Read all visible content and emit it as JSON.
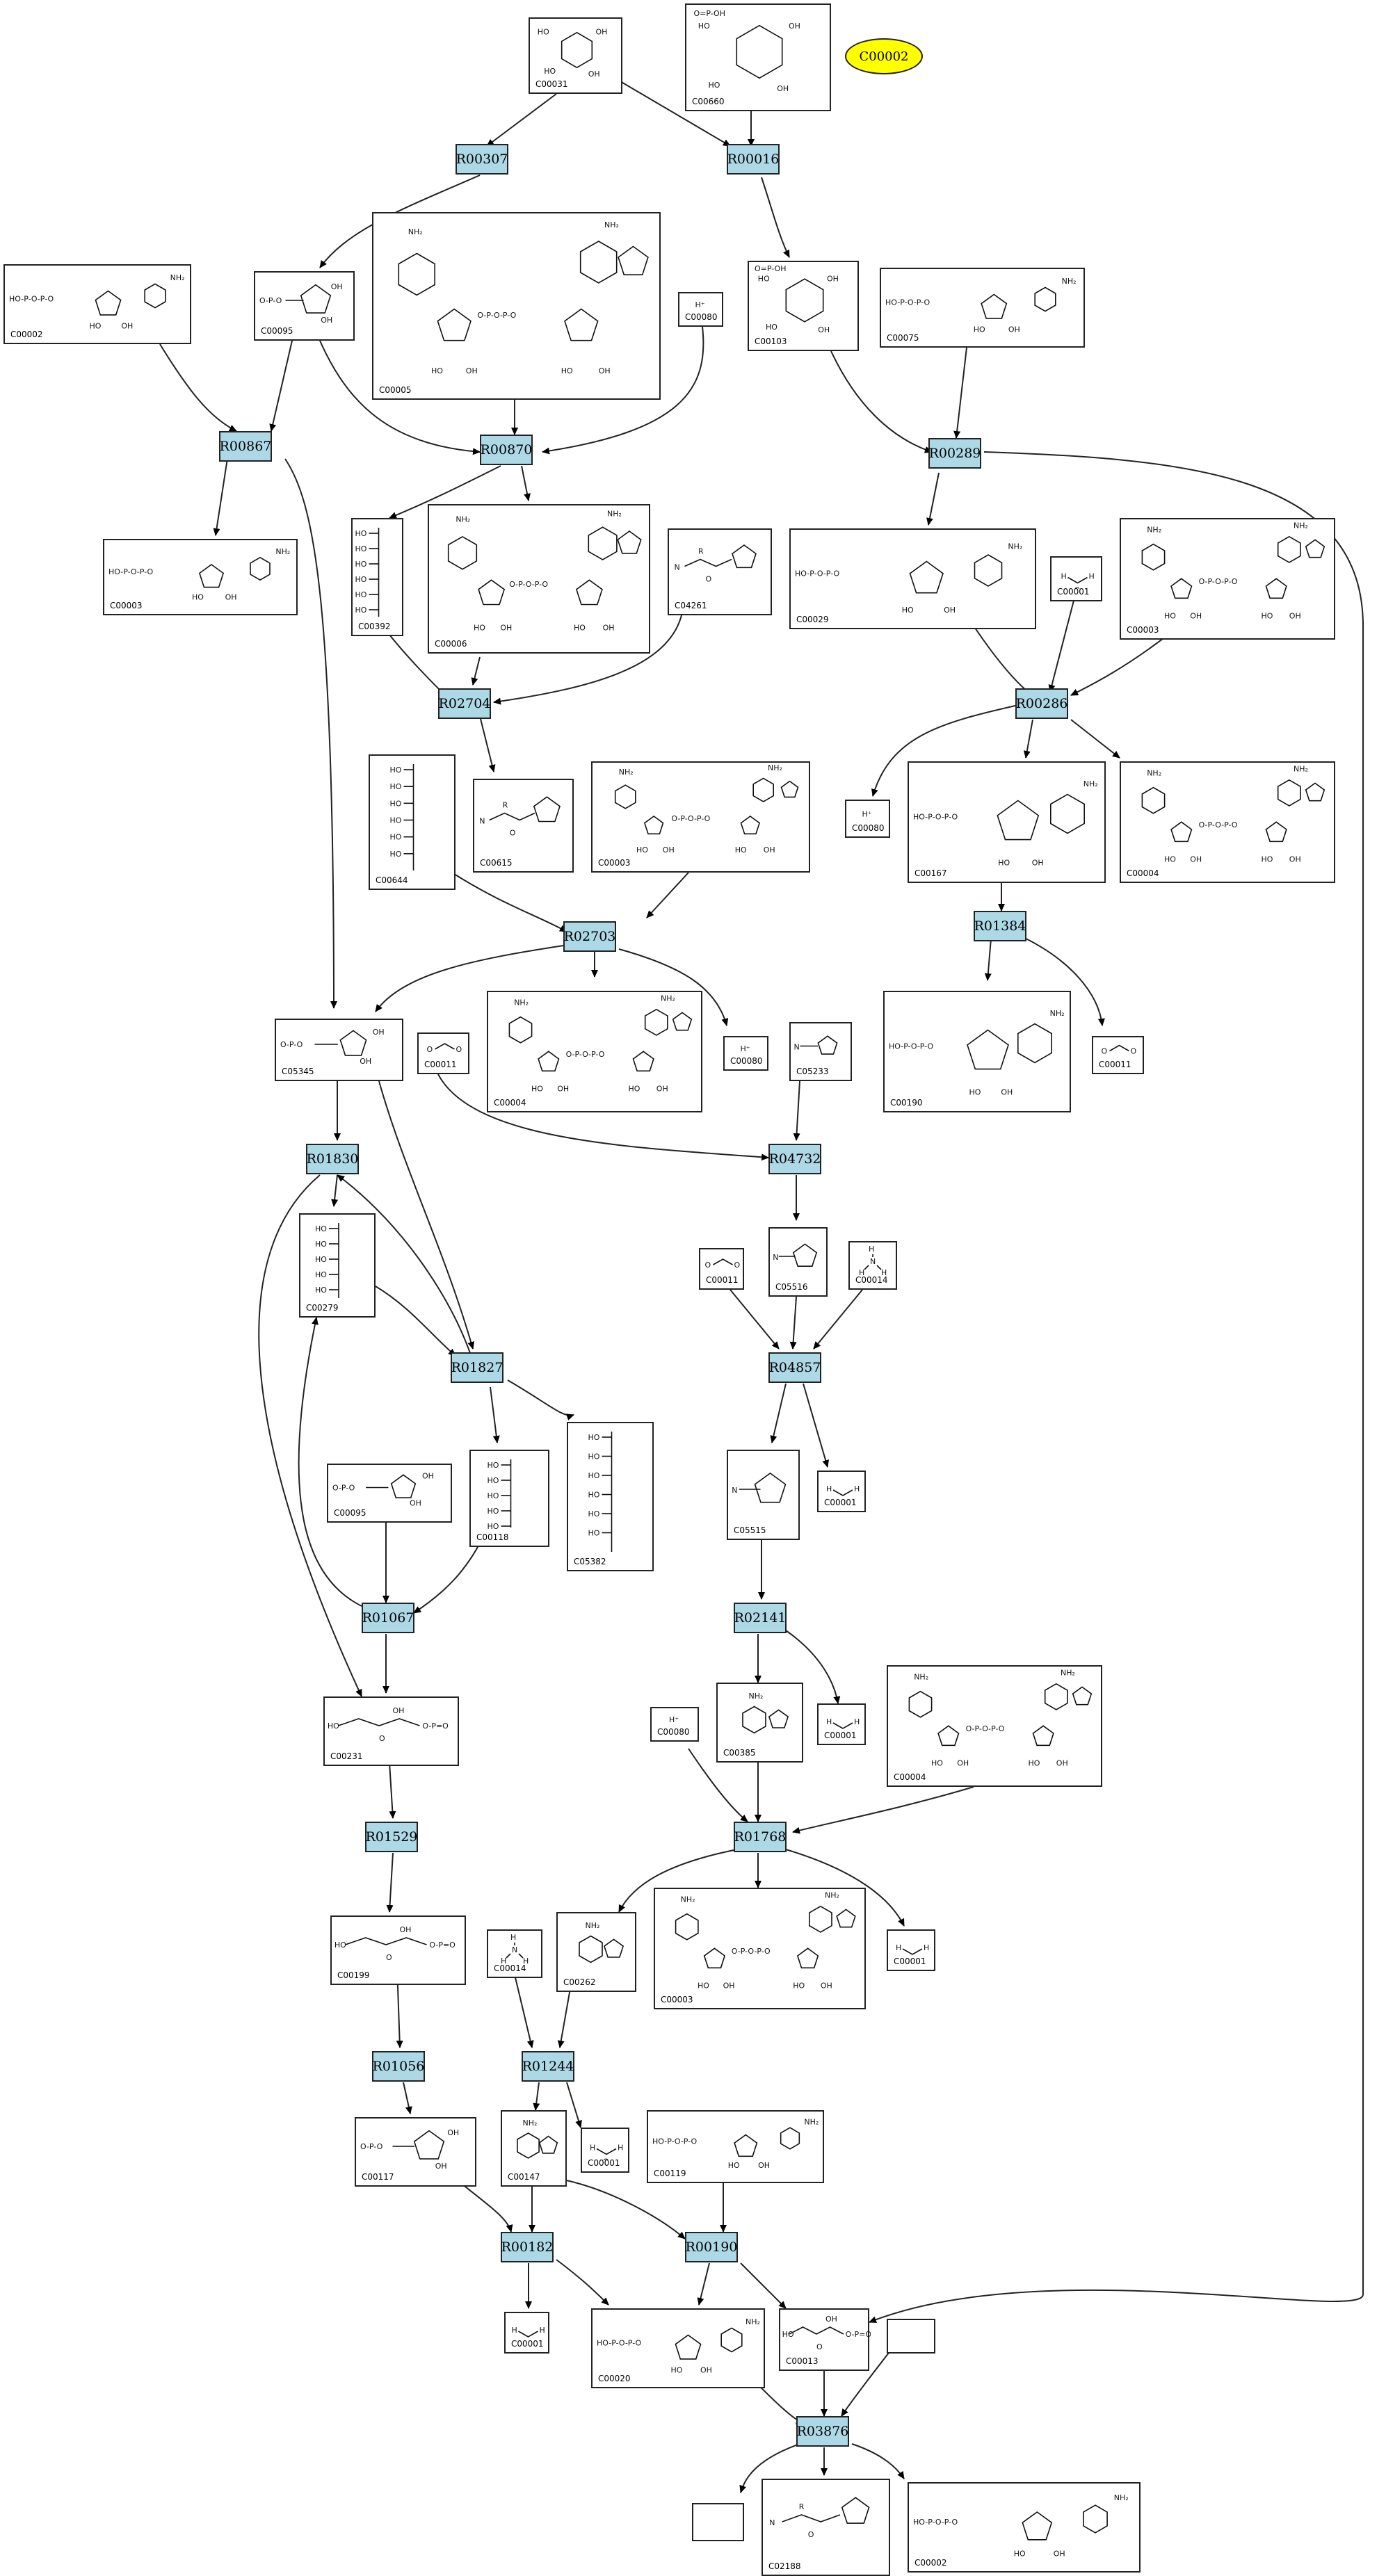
{
  "legend": {
    "id": "C00002"
  },
  "reactions": {
    "R00307": "R00307",
    "R00016": "R00016",
    "R00867": "R00867",
    "R00870": "R00870",
    "R00289": "R00289",
    "R02704": "R02704",
    "R00286": "R00286",
    "R02703": "R02703",
    "R01384": "R01384",
    "R01830": "R01830",
    "R04732": "R04732",
    "R01827": "R01827",
    "R04857": "R04857",
    "R01067": "R01067",
    "R02141": "R02141",
    "R01529": "R01529",
    "R01768": "R01768",
    "R01056": "R01056",
    "R01244": "R01244",
    "R00182": "R00182",
    "R00190": "R00190",
    "R03876": "R03876"
  },
  "compounds": {
    "c00031": "C00031",
    "c00660": "C00660",
    "c00002a": "C00002",
    "c00095a": "C00095",
    "c00005": "C00005",
    "c00080a": "C00080",
    "c00103": "C00103",
    "c00075": "C00075",
    "c00003a": "C00003",
    "c00392": "C00392",
    "c00006": "C00006",
    "c04261": "C04261",
    "c00029": "C00029",
    "c00001a": "C00001",
    "c00003b": "C00003",
    "c00644": "C00644",
    "c00615": "C00615",
    "c00003c": "C00003",
    "c00080b": "C00080",
    "c00167": "C00167",
    "c00004a": "C00004",
    "c05345": "C05345",
    "c00011a": "C00011",
    "c00004b": "C00004",
    "c00080c": "C00080",
    "c05233": "C05233",
    "c00190": "C00190",
    "c00011b": "C00011",
    "c00279": "C00279",
    "c00011c": "C00011",
    "c05516": "C05516",
    "c00014a": "C00014",
    "c00095b": "C00095",
    "c00118": "C00118",
    "c05382": "C05382",
    "c05515": "C05515",
    "c00001b": "C00001",
    "c00231": "C00231",
    "c00080d": "C00080",
    "c00385": "C00385",
    "c00001c": "C00001",
    "c00004c": "C00004",
    "c00199": "C00199",
    "c00014b": "C00014",
    "c00262": "C00262",
    "c00003d": "C00003",
    "c00001d": "C00001",
    "c00117": "C00117",
    "c00147": "C00147",
    "c00001e": "C00001",
    "c00119": "C00119",
    "c00001f": "C00001",
    "c00020": "C00020",
    "c00013": "C00013",
    "c02188": "C02188",
    "c00002b": "C00002"
  },
  "formula_labels": {
    "h_plus": "H⁺",
    "nh2": "NH₂",
    "oh": "OH",
    "ho": "HO"
  }
}
